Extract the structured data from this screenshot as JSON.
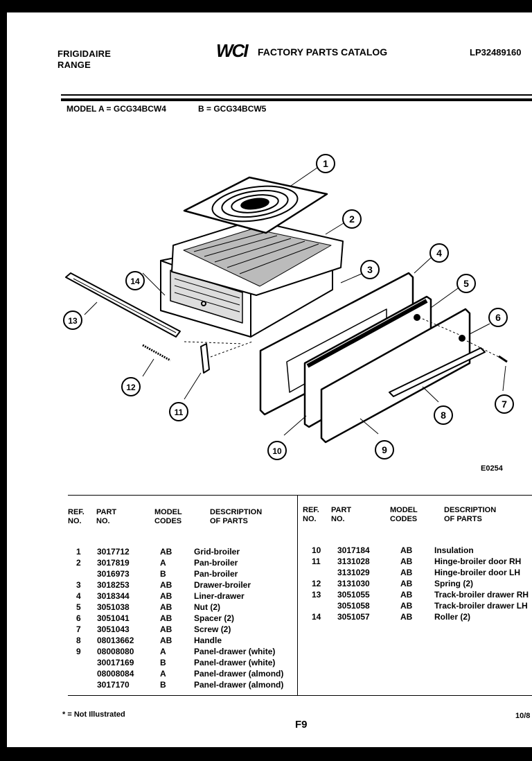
{
  "header": {
    "brand_line1": "FRIGIDAIRE",
    "brand_line2": "RANGE",
    "logo": "WCI",
    "catalog_title": "FACTORY PARTS CATALOG",
    "doc_number": "LP32489160"
  },
  "models": {
    "a": "MODEL A = GCG34BCW4",
    "b": "B = GCG34BCW5"
  },
  "diagram": {
    "code": "E0254",
    "callouts": [
      "1",
      "2",
      "3",
      "4",
      "5",
      "6",
      "7",
      "8",
      "9",
      "10",
      "11",
      "12",
      "13",
      "14"
    ]
  },
  "table": {
    "headers": {
      "ref": [
        "REF.",
        "NO."
      ],
      "part": [
        "PART",
        "NO."
      ],
      "model": [
        "MODEL",
        "CODES"
      ],
      "desc": [
        "DESCRIPTION",
        "OF PARTS"
      ]
    },
    "left_rows": [
      {
        "ref": "1",
        "part": "3017712",
        "code": "AB",
        "desc": "Grid-broiler"
      },
      {
        "ref": "2",
        "part": "3017819",
        "code": "A",
        "desc": "Pan-broiler"
      },
      {
        "ref": "",
        "part": "3016973",
        "code": "B",
        "desc": "Pan-broiler"
      },
      {
        "ref": "3",
        "part": "3018253",
        "code": "AB",
        "desc": "Drawer-broiler"
      },
      {
        "ref": "4",
        "part": "3018344",
        "code": "AB",
        "desc": "Liner-drawer"
      },
      {
        "ref": "5",
        "part": "3051038",
        "code": "AB",
        "desc": "Nut (2)"
      },
      {
        "ref": "6",
        "part": "3051041",
        "code": "AB",
        "desc": "Spacer (2)"
      },
      {
        "ref": "7",
        "part": "3051043",
        "code": "AB",
        "desc": "Screw (2)"
      },
      {
        "ref": "8",
        "part": "08013662",
        "code": "AB",
        "desc": "Handle"
      },
      {
        "ref": "9",
        "part": "08008080",
        "code": "A",
        "desc": "Panel-drawer (white)"
      },
      {
        "ref": "",
        "part": "30017169",
        "code": "B",
        "desc": "Panel-drawer (white)"
      },
      {
        "ref": "",
        "part": "08008084",
        "code": "A",
        "desc": "Panel-drawer (almond)"
      },
      {
        "ref": "",
        "part": "3017170",
        "code": "B",
        "desc": "Panel-drawer (almond)"
      }
    ],
    "right_rows": [
      {
        "ref": "10",
        "part": "3017184",
        "code": "AB",
        "desc": "Insulation"
      },
      {
        "ref": "11",
        "part": "3131028",
        "code": "AB",
        "desc": "Hinge-broiler door RH"
      },
      {
        "ref": "",
        "part": "3131029",
        "code": "AB",
        "desc": "Hinge-broiler door LH"
      },
      {
        "ref": "12",
        "part": "3131030",
        "code": "AB",
        "desc": "Spring (2)"
      },
      {
        "ref": "13",
        "part": "3051055",
        "code": "AB",
        "desc": "Track-broiler drawer RH"
      },
      {
        "ref": "",
        "part": "3051058",
        "code": "AB",
        "desc": "Track-broiler drawer LH"
      },
      {
        "ref": "14",
        "part": "3051057",
        "code": "AB",
        "desc": "Roller (2)"
      }
    ]
  },
  "footer": {
    "note": "* = Not Illustrated",
    "page": "F9",
    "date": "10/8"
  }
}
